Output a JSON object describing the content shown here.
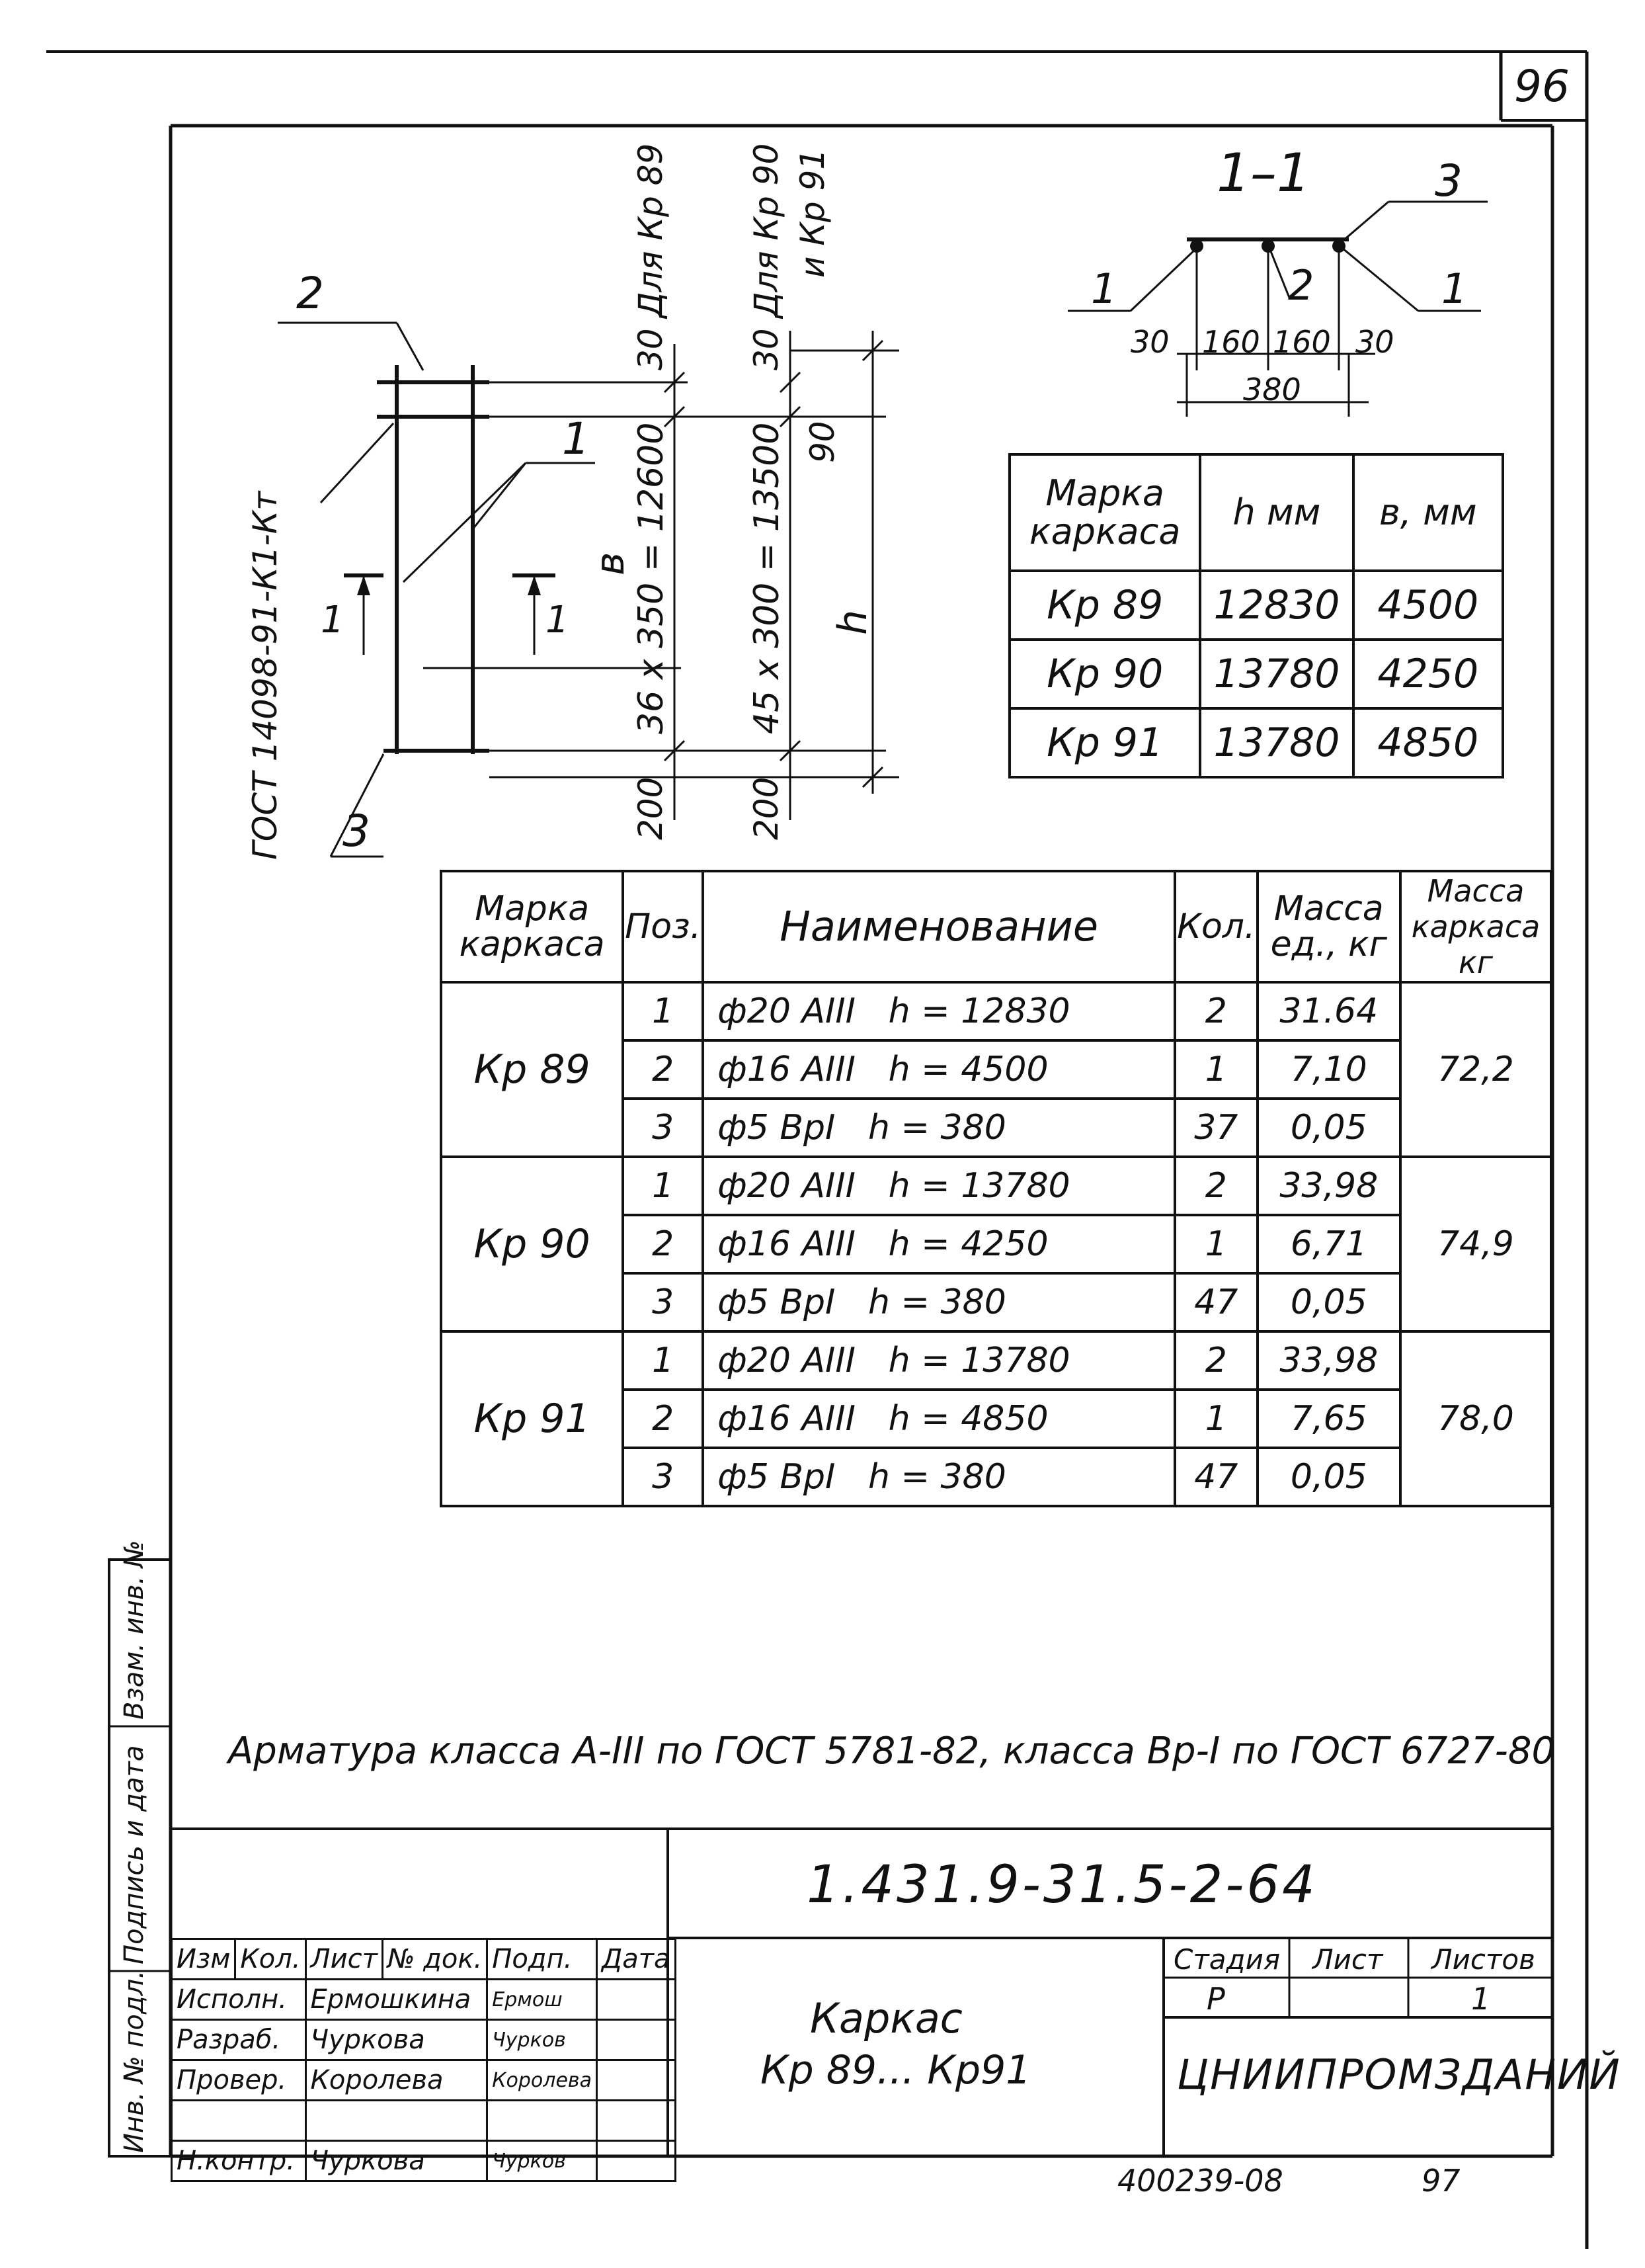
{
  "sheet_number": "96",
  "bottom_number": "400239-08",
  "bottom_page": "97",
  "sketch": {
    "callout_2": "2",
    "callout_1": "1",
    "callout_3": "3",
    "gost_label": "ГОСТ 14098-91-К1-Кт",
    "section_mark_left": "1",
    "section_mark_right": "1",
    "b_label": "в",
    "h_label": "h",
    "dim_spacing_89": "36 x 350 = 12600",
    "dim_spacing_90": "45 x 300 = 13500",
    "dim_top_89": "30 Для Кр 89",
    "dim_top_90": "30 Для Кр 90",
    "dim_top_90b": "и Кр 91",
    "dim_90": "90",
    "dim_bottom_1": "200",
    "dim_bottom_2": "200"
  },
  "section": {
    "title": "1–1",
    "callout_1_left": "1",
    "callout_1_right": "1",
    "callout_2": "2",
    "callout_3": "3",
    "dim_a": "30",
    "dim_b": "160",
    "dim_c": "160",
    "dim_d": "30",
    "dim_total": "380"
  },
  "dims_table": {
    "headers": [
      "Марка каркаса",
      "h мм",
      "в, мм"
    ],
    "rows": [
      [
        "Кр 89",
        "12830",
        "4500"
      ],
      [
        "Кр 90",
        "13780",
        "4250"
      ],
      [
        "Кр 91",
        "13780",
        "4850"
      ]
    ]
  },
  "spec_table": {
    "headers": {
      "mark": "Марка каркаса",
      "pos": "Поз.",
      "name": "Наименование",
      "qty": "Кол.",
      "unit_mass": "Масса ед., кг",
      "frame_mass": "Масса каркаса кг"
    },
    "groups": [
      {
        "mark": "Кр 89",
        "frame_mass": "72,2",
        "rows": [
          {
            "pos": "1",
            "name": "ф20 АIII   h = 12830",
            "qty": "2",
            "unit_mass": "31.64"
          },
          {
            "pos": "2",
            "name": "ф16 АIII   h = 4500",
            "qty": "1",
            "unit_mass": "7,10"
          },
          {
            "pos": "3",
            "name": "ф5 ВрI   h = 380",
            "qty": "37",
            "unit_mass": "0,05"
          }
        ]
      },
      {
        "mark": "Кр 90",
        "frame_mass": "74,9",
        "rows": [
          {
            "pos": "1",
            "name": "ф20 АIII   h = 13780",
            "qty": "2",
            "unit_mass": "33,98"
          },
          {
            "pos": "2",
            "name": "ф16 АIII   h = 4250",
            "qty": "1",
            "unit_mass": "6,71"
          },
          {
            "pos": "3",
            "name": "ф5 ВрI   h = 380",
            "qty": "47",
            "unit_mass": "0,05"
          }
        ]
      },
      {
        "mark": "Кр 91",
        "frame_mass": "78,0",
        "rows": [
          {
            "pos": "1",
            "name": "ф20 АIII   h = 13780",
            "qty": "2",
            "unit_mass": "33,98"
          },
          {
            "pos": "2",
            "name": "ф16 АIII   h = 4850",
            "qty": "1",
            "unit_mass": "7,65"
          },
          {
            "pos": "3",
            "name": "ф5 ВрI   h = 380",
            "qty": "47",
            "unit_mass": "0,05"
          }
        ]
      }
    ]
  },
  "note": "Арматура класса А-III по ГОСТ 5781-82, класса Вр-I по ГОСТ 6727-80",
  "title_block": {
    "doc_code": "1.431.9-31.5-2-64",
    "col_headers": [
      "Изм",
      "Кол.",
      "Лист",
      "№ док.",
      "Подп.",
      "Дата"
    ],
    "roles": [
      {
        "role": "Исполн.",
        "name": "Ермошкина",
        "sign": "Ермош"
      },
      {
        "role": "Разраб.",
        "name": "Чуркова",
        "sign": "Чурков"
      },
      {
        "role": "Провер.",
        "name": "Королева",
        "sign": "Королева"
      },
      {
        "role": "",
        "name": "",
        "sign": ""
      },
      {
        "role": "Н.контр.",
        "name": "Чуркова",
        "sign": "Чурков"
      }
    ],
    "title_line1": "Каркас",
    "title_line2": "Кр 89... Кр91",
    "stage_label": "Стадия",
    "sheet_label": "Лист",
    "sheets_label": "Листов",
    "stage": "Р",
    "sheets": "1",
    "org": "ЦНИИПРОМЗДАНИЙ"
  },
  "side_stamps": [
    "Инв. № подл.",
    "Подпись и дата",
    "Взам. инв. №"
  ]
}
